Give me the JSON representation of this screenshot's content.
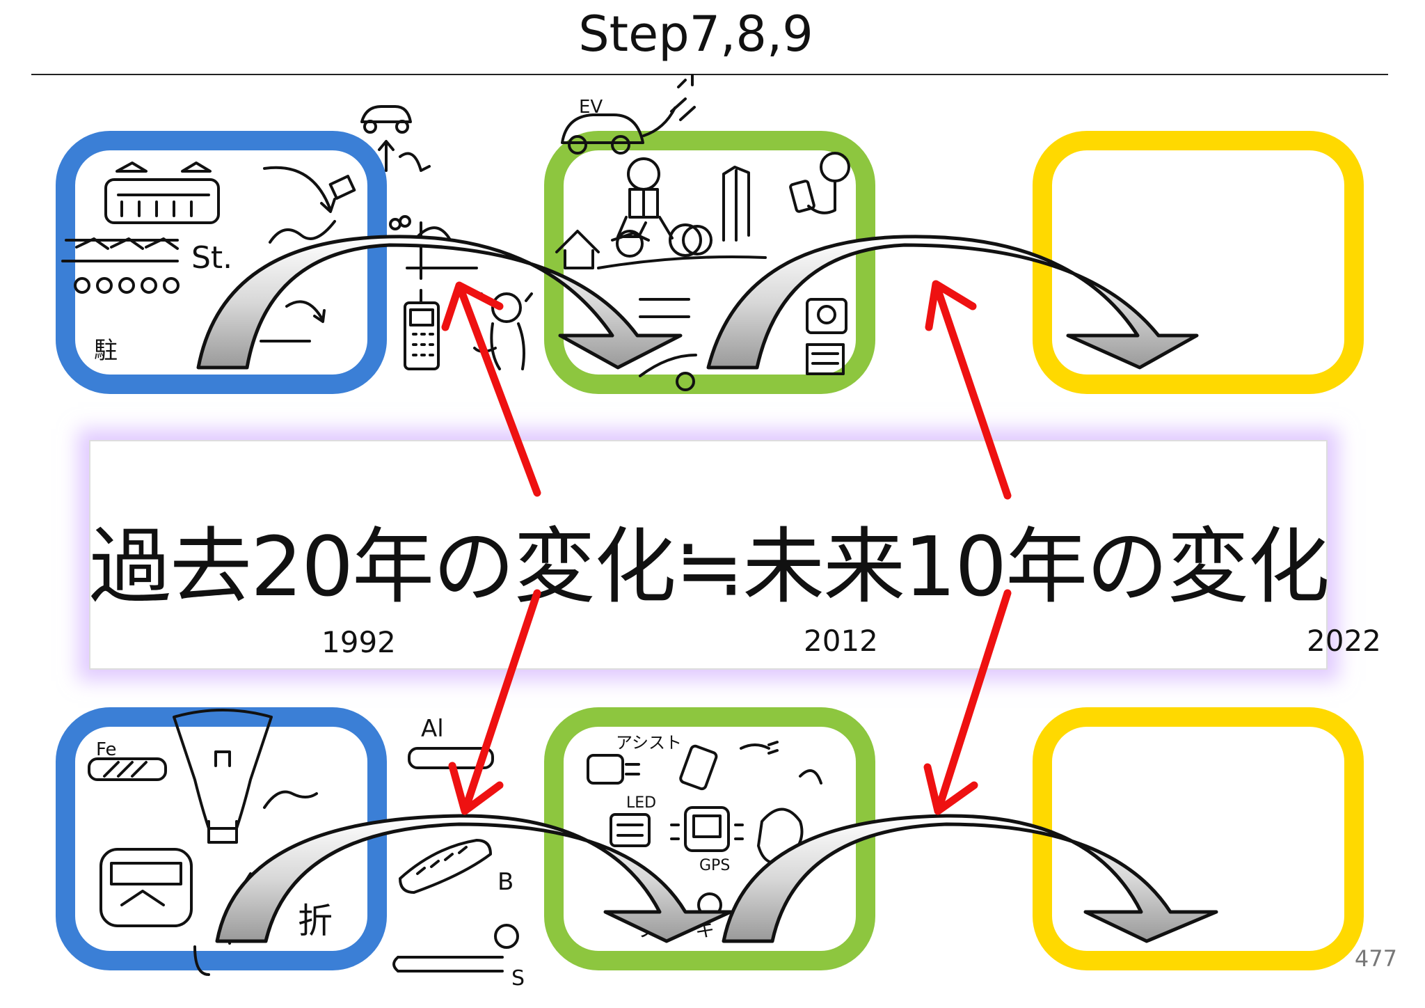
{
  "slide": {
    "title": "Step7,8,9",
    "headline": "過去20年の変化≒未来10年の変化",
    "years": [
      "1992",
      "2012",
      "2022"
    ],
    "page_number": "477"
  },
  "sketch_labels": {
    "station_en": "St.",
    "station_jp": "駐",
    "ev": "EV",
    "aluminum": "Al",
    "iron": "Fe",
    "boron": "B",
    "sulfur": "S",
    "fold": "折",
    "assist": "アシスト",
    "led": "LED",
    "gps": "GPS",
    "brake": "ブレーキ"
  },
  "colors": {
    "past_frame": "#3b7fd6",
    "present_frame": "#8dc63f",
    "future_frame": "#ffd900",
    "correspondence_arrow": "#ee1111",
    "banner_glow": "#c8a0ff"
  }
}
